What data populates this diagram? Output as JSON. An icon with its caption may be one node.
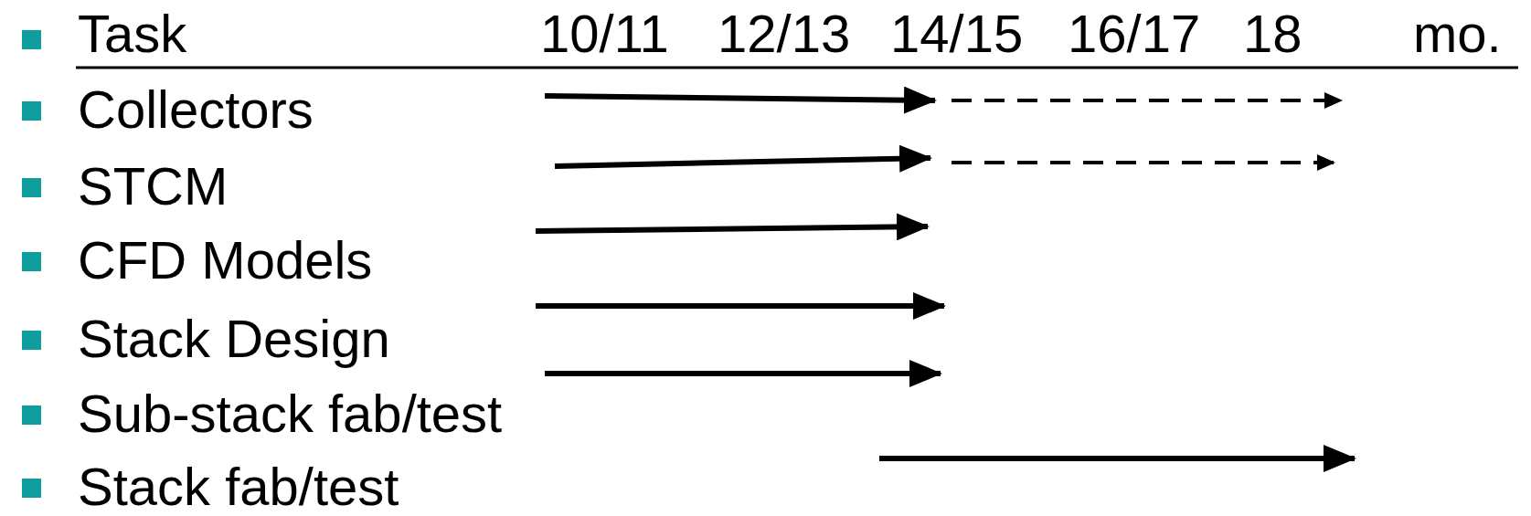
{
  "diagram": {
    "labels": [
      "Task",
      "10/11",
      "12/13",
      "14/15",
      "16/17",
      "18",
      "mo.",
      "Collectors",
      "STCM",
      "CFD Models",
      "Stack Design",
      "Sub-stack fab/test",
      "Stack fab/test"
    ]
  }
}
